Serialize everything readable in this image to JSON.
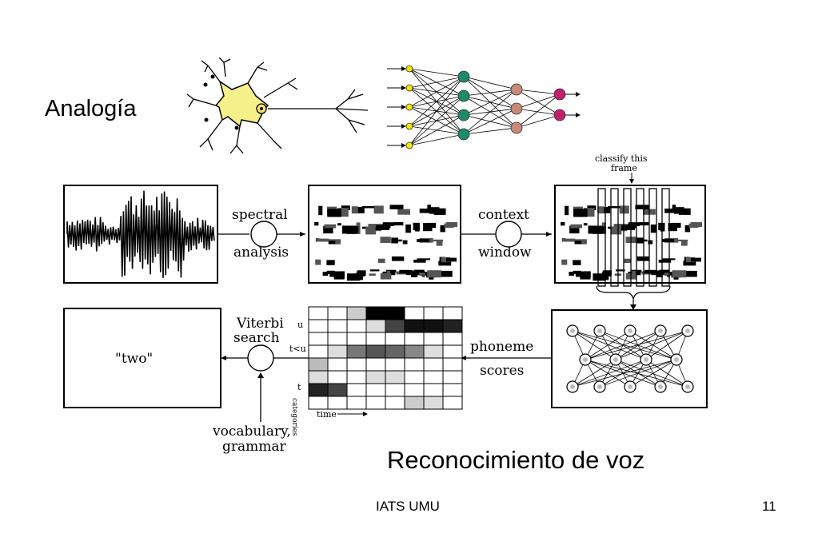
{
  "slide": {
    "analogy_label": "Analogía",
    "caption": "Reconocimiento de voz",
    "footer_center": "IATS UMU",
    "footer_page": "11"
  },
  "diagram": {
    "spectral_1": "spectral",
    "spectral_2": "analysis",
    "context_1": "context",
    "context_2": "window",
    "classify_1": "classify this",
    "classify_2": "frame",
    "phoneme_1": "phoneme",
    "phoneme_2": "scores",
    "viterbi_1": "Viterbi",
    "viterbi_2": "search",
    "vocab_1": "vocabulary,",
    "vocab_2": "grammar",
    "output_word": "\"two\"",
    "grid_label_u": "u",
    "grid_label_tu": "t<u",
    "grid_label_t": "t",
    "grid_axis_categories": "categories",
    "grid_axis_time": "time"
  },
  "colors": {
    "neuron_body": "#f6f08a",
    "input_node": "#f2e600",
    "hidden1_node": "#1f8a6a",
    "hidden2_node": "#c88a78",
    "output_node": "#c0206a"
  }
}
